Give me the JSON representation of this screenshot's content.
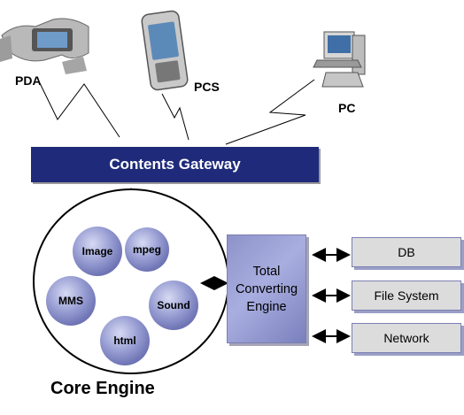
{
  "devices": {
    "pda": "PDA",
    "pcs": "PCS",
    "pc": "PC"
  },
  "gateway": {
    "label": "Contents Gateway"
  },
  "core": {
    "label": "Core Engine",
    "modules": [
      "Image",
      "mpeg",
      "MMS",
      "Sound",
      "html"
    ]
  },
  "converter": {
    "label": "Total\nConverting\nEngine"
  },
  "backends": [
    "DB",
    "File System",
    "Network"
  ],
  "colors": {
    "gateway": "#1f2a7a",
    "core_box": "#d9d9d9",
    "bubble": "#8d93c9",
    "converter": "#a9aee0"
  }
}
